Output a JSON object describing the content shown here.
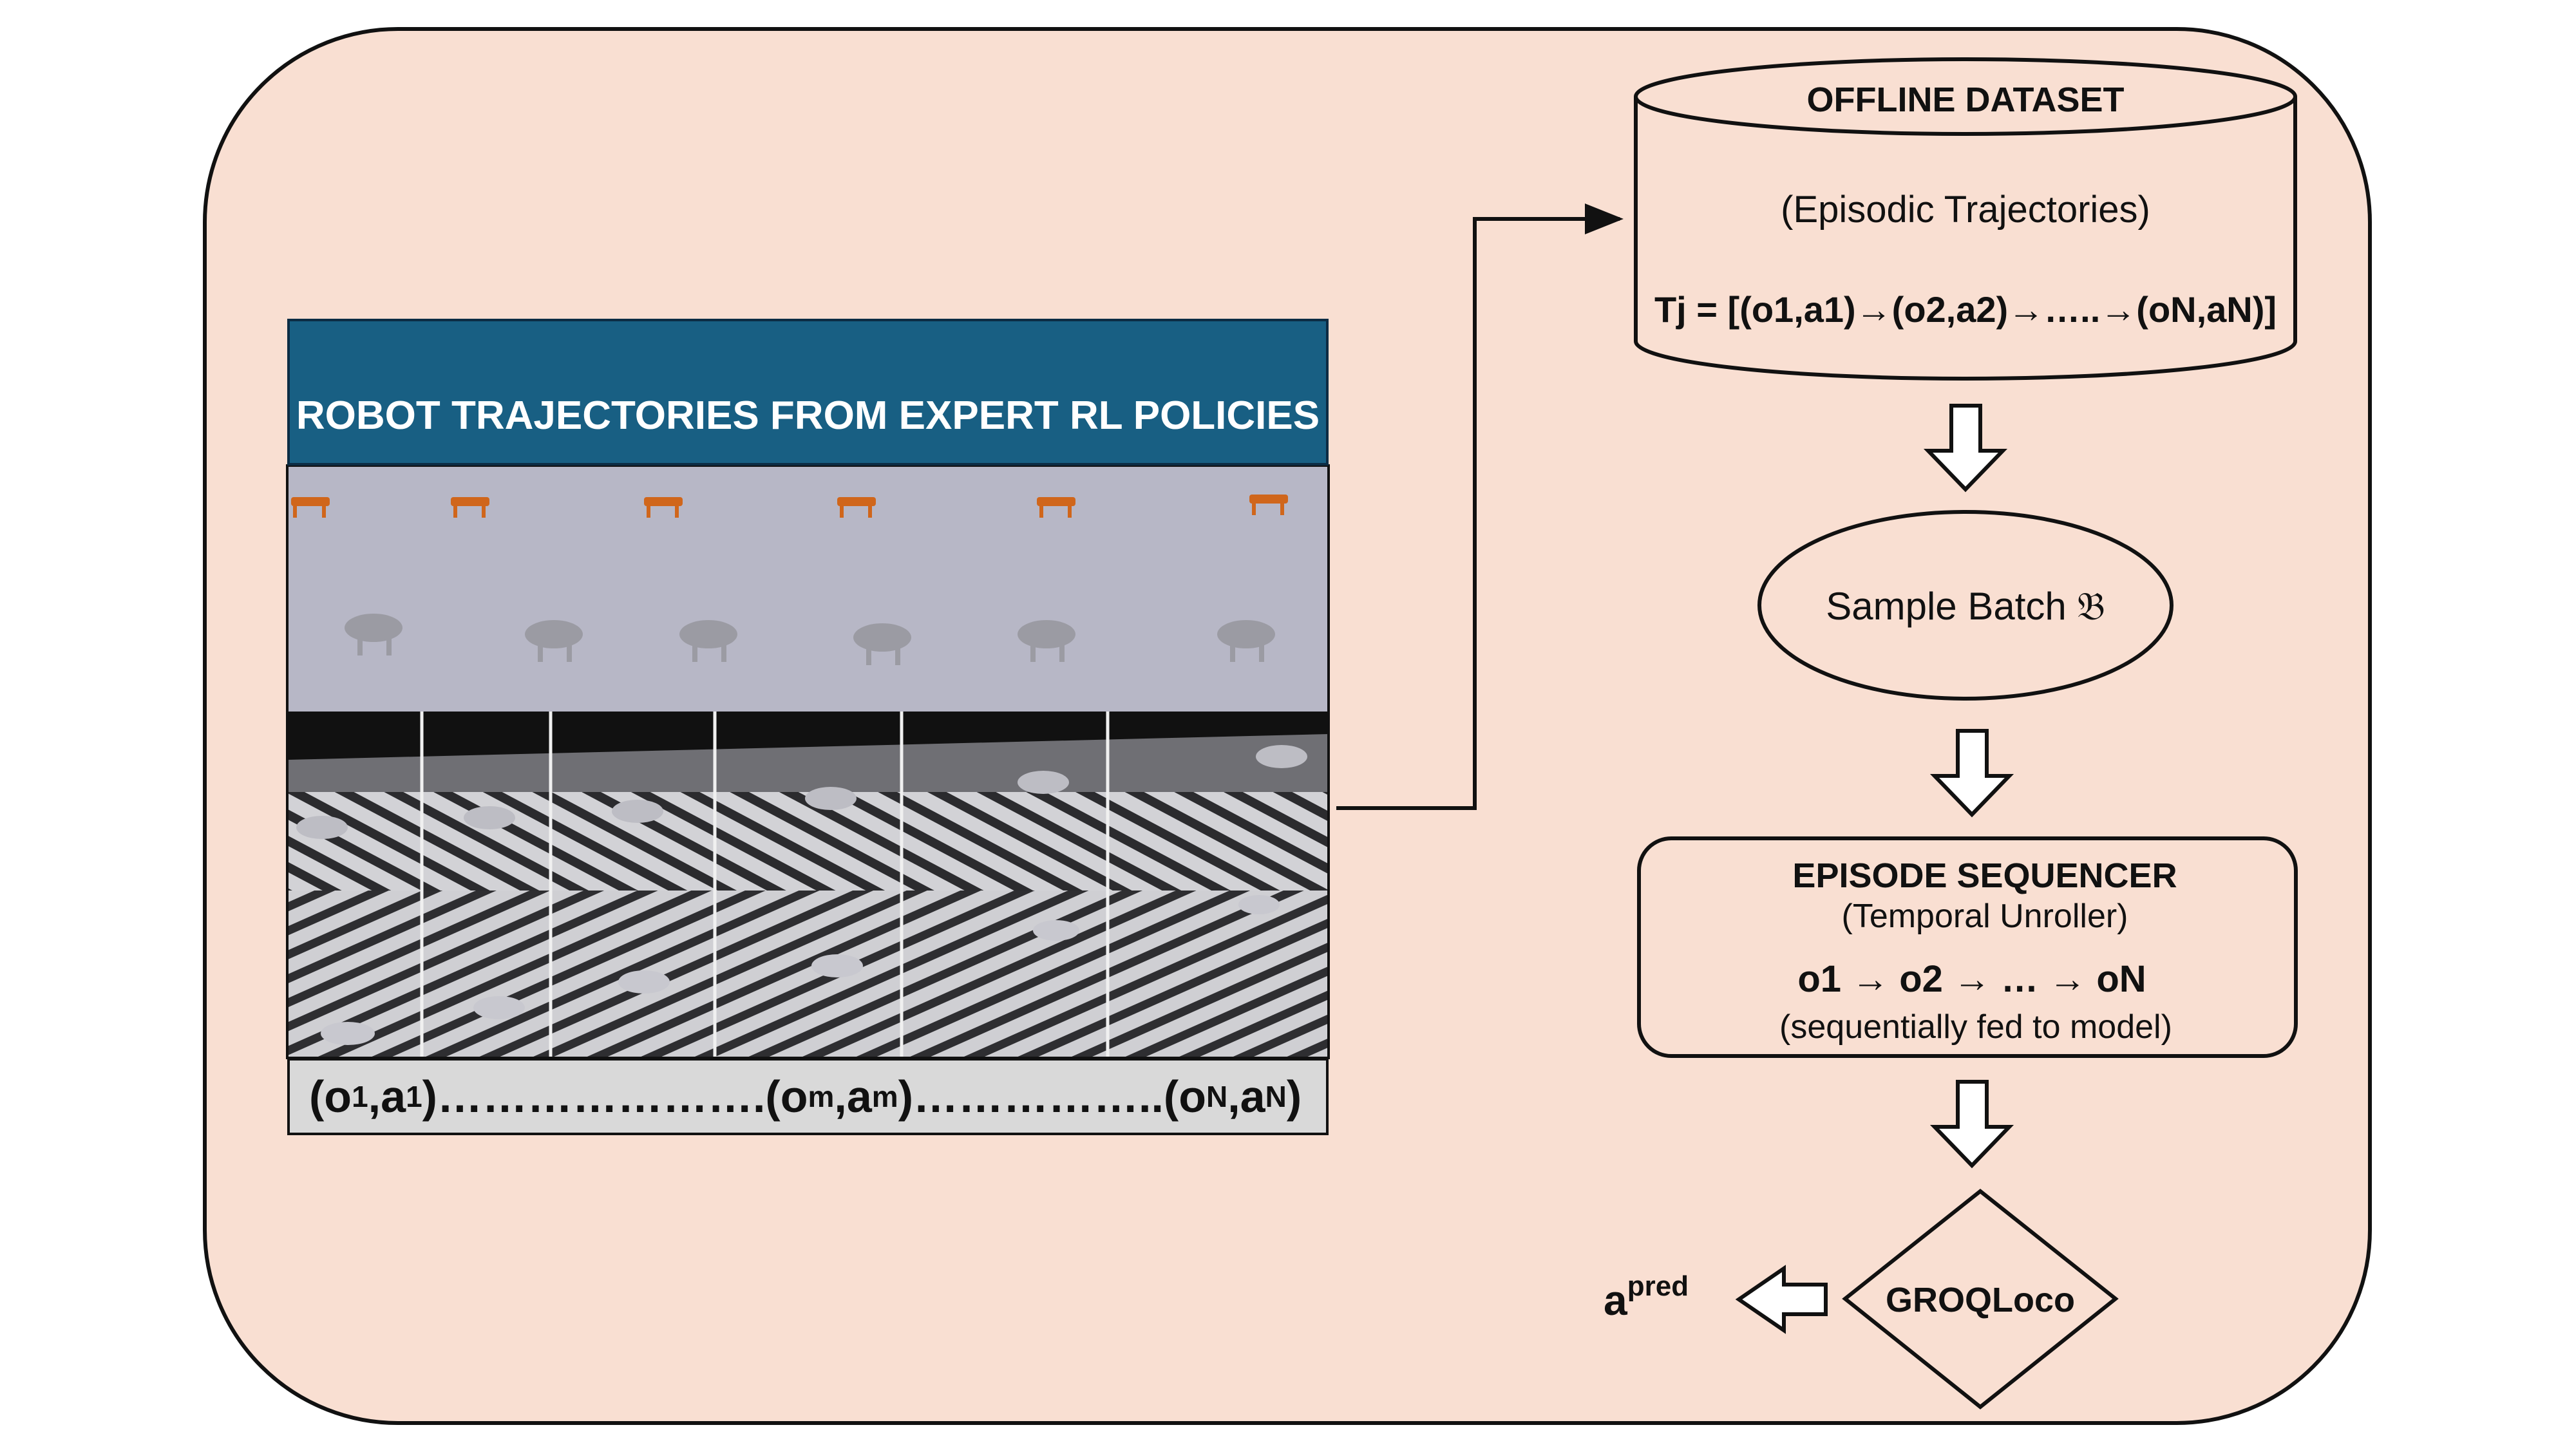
{
  "left_panel": {
    "title": "ROBOT TRAJECTORIES FROM EXPERT RL POLICIES",
    "trajectory": {
      "o1": "(o",
      "s1": "1",
      "c1": ",a",
      "t1": "1",
      "dots1": ")………………….(o",
      "sm": "m",
      "cm": ",a",
      "tm": "m",
      "dots2": ")……………..(o",
      "sN": "N",
      "cN": ",a",
      "tN": "N",
      "end": ")"
    }
  },
  "offline_dataset": {
    "title": "OFFLINE DATASET",
    "subtitle": "(Episodic Trajectories)",
    "formula": "Tj = [(o1,a1)→(o2,a2)→…..→(oN,aN)]"
  },
  "sample_batch": {
    "label": "Sample Batch 𝔅"
  },
  "episode_sequencer": {
    "title": "EPISODE SEQUENCER",
    "subtitle": "(Temporal Unroller)",
    "sequence": "o1 → o2 → … → oN",
    "note": "(sequentially fed to model)"
  },
  "model": {
    "label": "GROQLoco"
  },
  "output": {
    "base": "a",
    "sup": "pred"
  },
  "colors": {
    "background_panel": "#f9dfd2",
    "title_bar": "#185f83",
    "border": "#111111"
  }
}
